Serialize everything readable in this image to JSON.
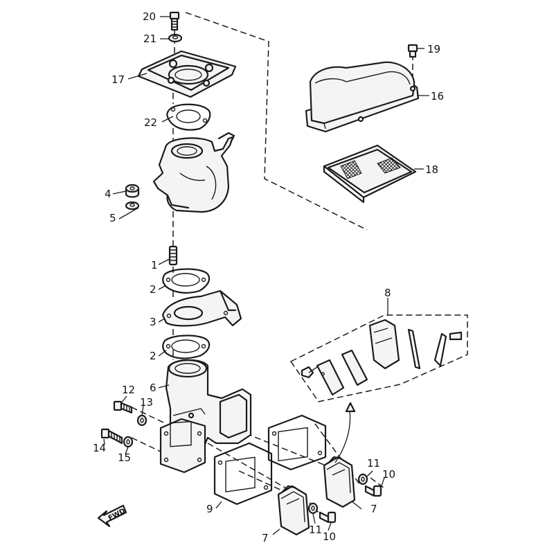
{
  "callouts": {
    "c1": "1",
    "c2a": "2",
    "c2b": "2",
    "c3": "3",
    "c4": "4",
    "c5": "5",
    "c6": "6",
    "c7a": "7",
    "c7b": "7",
    "c8": "8",
    "c9": "9",
    "c10a": "10",
    "c10b": "10",
    "c11a": "11",
    "c11b": "11",
    "c12": "12",
    "c13": "13",
    "c14": "14",
    "c15": "15",
    "c16": "16",
    "c17": "17",
    "c18": "18",
    "c19": "19",
    "c20": "20",
    "c21": "21",
    "c22": "22"
  },
  "fwd_label": "FWD"
}
